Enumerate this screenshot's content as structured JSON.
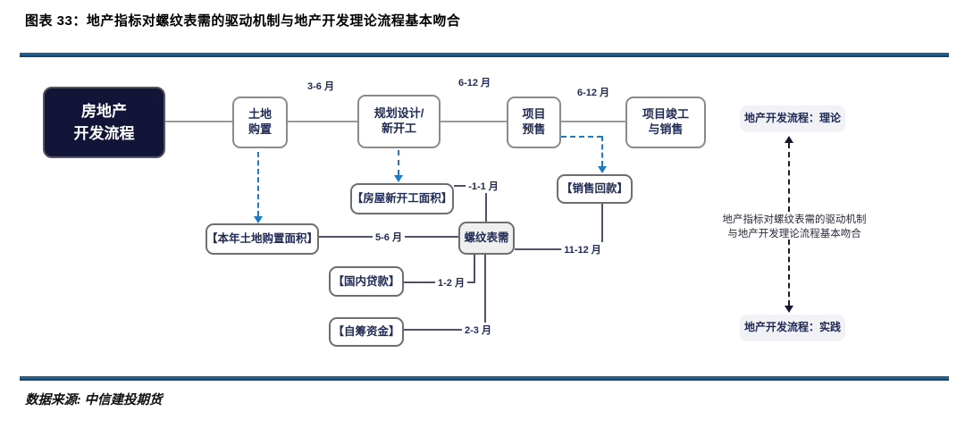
{
  "title": "图表 33：地产指标对螺纹表需的驱动机制与地产开发理论流程基本吻合",
  "colors": {
    "rule_blue": "#216090",
    "dark_node_bg": "#131538",
    "node_text": "#1f2a55",
    "dashed_blue": "#1f7ac4",
    "connector_gray": "#9a9a9a",
    "connector_dark": "#50506a"
  },
  "flow": {
    "root": {
      "line1": "房地产",
      "line2": "开发流程"
    },
    "land": {
      "line1": "土地",
      "line2": "购置"
    },
    "plan": {
      "line1": "规划设计/",
      "line2": "新开工"
    },
    "presale": {
      "line1": "项目",
      "line2": "预售"
    },
    "completion": {
      "line1": "项目竣工",
      "line2": "与销售"
    }
  },
  "indicators": {
    "new_start_area": "【房屋新开工面积】",
    "sales_collection": "【销售回款】",
    "land_purchase_area": "【本年土地购置面积】",
    "rebar_demand": "螺纹表需",
    "domestic_loans": "【国内贷款】",
    "self_raised_funds": "【自筹资金】"
  },
  "lags": {
    "land_to_plan": "3-6 月",
    "plan_to_presale": "6-12 月",
    "presale_to_completion": "6-12 月",
    "new_start_to_rebar": "-1-1 月",
    "land_area_to_rebar": "5-6 月",
    "rebar_to_sales_collection": "11-12 月",
    "domestic_loans_to_rebar": "1-2 月",
    "self_raised_to_rebar": "2-3 月"
  },
  "right_panel": {
    "theory": "地产开发流程：理论",
    "practice": "地产开发流程：实践",
    "note_line1": "地产指标对螺纹表需的驱动机制",
    "note_line2": "与地产开发理论流程基本吻合"
  },
  "source": "数据来源: 中信建投期货"
}
